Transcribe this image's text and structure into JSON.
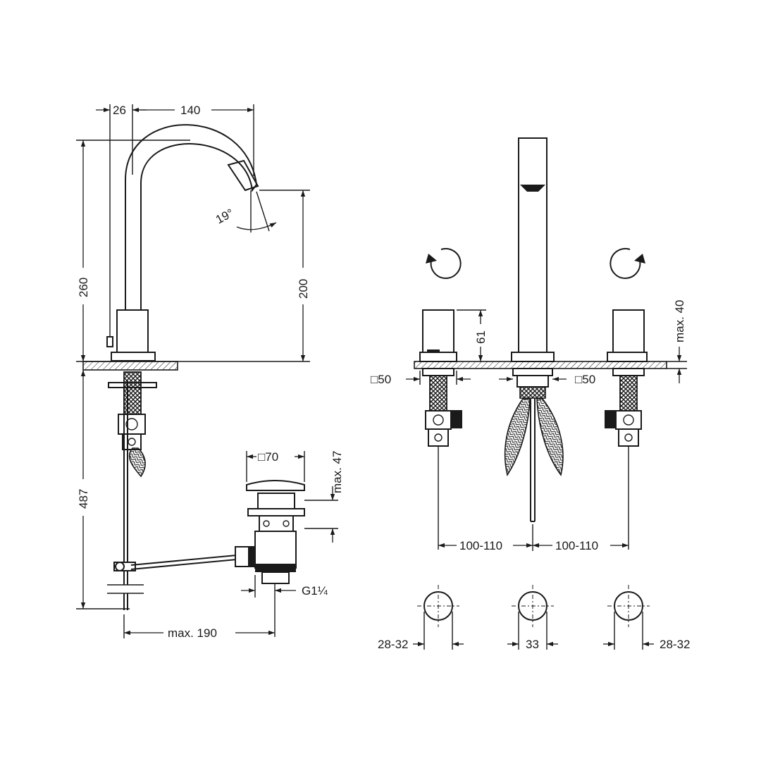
{
  "labels": {
    "w26": "26",
    "w140": "140",
    "h260": "260",
    "h200": "200",
    "angle": "19°",
    "h487": "487",
    "sq70": "□70",
    "max47": "max. 47",
    "g114": "G1¼",
    "max190": "max. 190",
    "h61": "61",
    "max40": "max. 40",
    "sq50_left": "□50",
    "sq50_right": "□50",
    "sp_left": "100-110",
    "sp_right": "100-110",
    "hole_left": "28-32",
    "hole_mid": "33",
    "hole_right": "28-32"
  },
  "colors": {
    "line": "#1a1a1a",
    "background": "#ffffff"
  },
  "icons": [
    "rotate-counterclockwise-icon",
    "rotate-clockwise-icon"
  ]
}
